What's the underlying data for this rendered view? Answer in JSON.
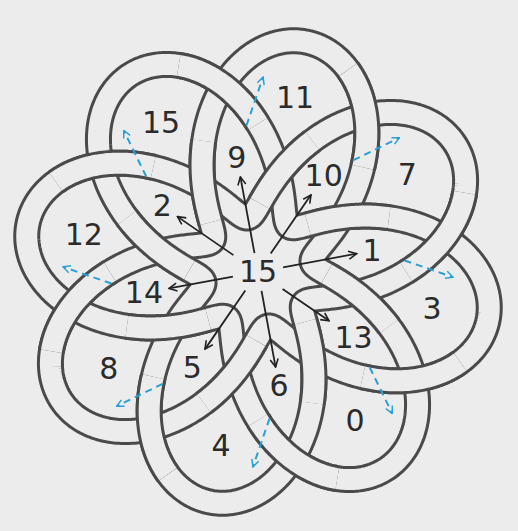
{
  "diagram": {
    "nodes": [
      {
        "text": [
          "15"
        ]
      },
      {
        "text": [
          "11"
        ]
      },
      {
        "text": [
          "7"
        ]
      },
      {
        "text": [
          "9"
        ]
      },
      {
        "text": [
          "10"
        ]
      },
      {
        "text": [
          "1"
        ]
      },
      {
        "text": [
          "12"
        ]
      },
      {
        "text": [
          "2"
        ]
      },
      {
        "text": [
          "15"
        ]
      },
      {
        "text": [
          "3"
        ]
      },
      {
        "text": [
          "14"
        ]
      },
      {
        "text": [
          "13"
        ]
      },
      {
        "text": [
          "5"
        ]
      },
      {
        "text": [
          "6"
        ]
      },
      {
        "text": [
          "8"
        ]
      },
      {
        "text": [
          "4"
        ]
      },
      {
        "text": [
          "0"
        ]
      }
    ],
    "edges": [
      {
        "from": 8,
        "to": 3,
        "arrow": "to"
      },
      {
        "from": 8,
        "to": 4,
        "arrow": "to"
      },
      {
        "from": 8,
        "to": 5,
        "arrow": "to"
      },
      {
        "from": 8,
        "to": 11,
        "arrow": "to"
      },
      {
        "from": 8,
        "to": 13,
        "arrow": "to"
      },
      {
        "from": 8,
        "to": 12,
        "arrow": "to"
      },
      {
        "from": 8,
        "to": 10,
        "arrow": "to"
      },
      {
        "from": 8,
        "to": 7,
        "arrow": "to"
      }
    ]
  }
}
